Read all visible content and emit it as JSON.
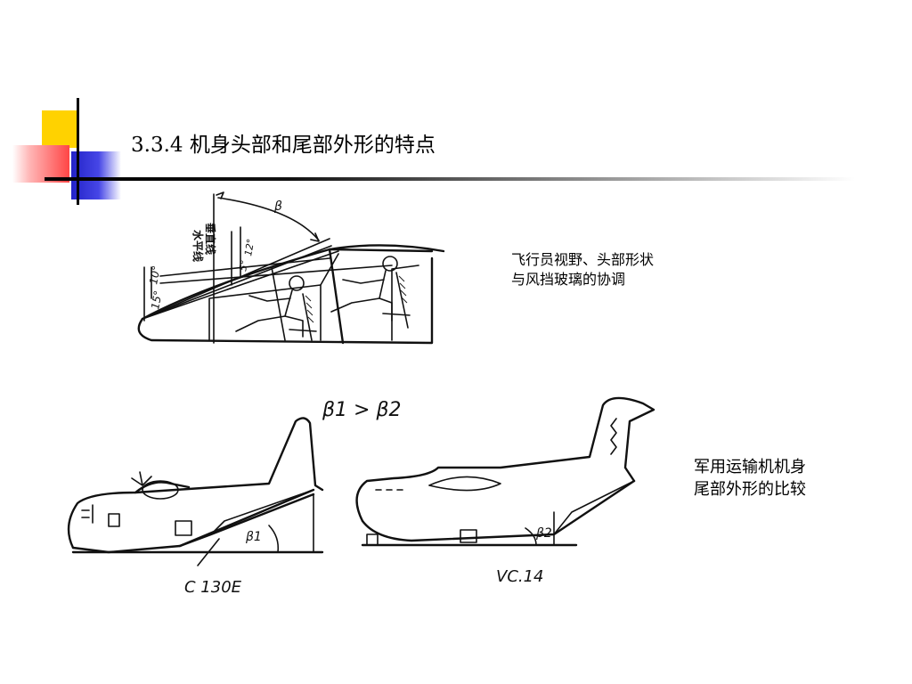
{
  "slide": {
    "title": "3.3.4 机身头部和尾部外形的特点"
  },
  "figure_cockpit": {
    "caption_line1": "飞行员视野、头部形状",
    "caption_line2": "与风挡玻璃的协调",
    "label_horizontal": "水平线",
    "label_vertical": "垂直线",
    "angle_15": "15°",
    "angle_10": "10°",
    "angle_5": "5°",
    "angle_12": "12°",
    "beta": "β"
  },
  "figure_transports": {
    "caption_line1": "军用运输机机身",
    "caption_line2": "尾部外形的比较",
    "relation": "β1 > β2",
    "plane1_name": "C 130E",
    "plane2_name": "VC.14",
    "beta1": "β1",
    "beta2": "β2"
  },
  "colors": {
    "accent_yellow": "#ffd200",
    "accent_red": "#ff4545",
    "accent_blue": "#2323c8"
  }
}
